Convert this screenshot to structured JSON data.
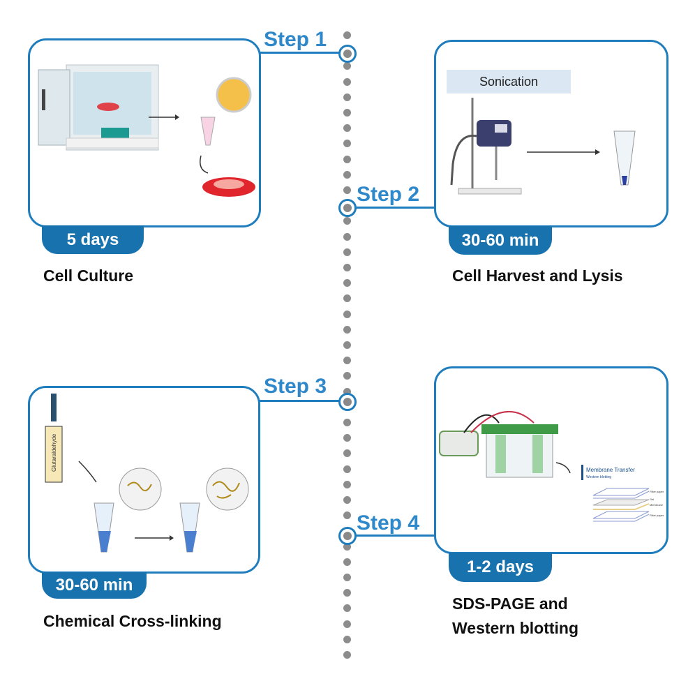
{
  "steps": [
    {
      "step_label": "Step 1",
      "duration": "5 days",
      "title": "Cell Culture"
    },
    {
      "step_label": "Step 2",
      "duration": "30-60 min",
      "title": "Cell Harvest and Lysis",
      "panel_caption": "Sonication"
    },
    {
      "step_label": "Step 3",
      "duration": "30-60 min",
      "title": "Chemical Cross-linking",
      "reagent_label": "Glutaraldehyde"
    },
    {
      "step_label": "Step 4",
      "duration": "1-2 days",
      "title_line1": "SDS-PAGE and",
      "title_line2": "Western blotting",
      "inset_title": "Membrane Transfer",
      "inset_subtitle": "Western blotting",
      "layers": [
        "Filter paper",
        "Gel",
        "Membrane",
        "Filter paper"
      ]
    }
  ],
  "colors": {
    "accent": "#1f7dbd",
    "step_text": "#2e88c9",
    "badge": "#1872ad",
    "timeline_dots": "#8c8c8c"
  }
}
